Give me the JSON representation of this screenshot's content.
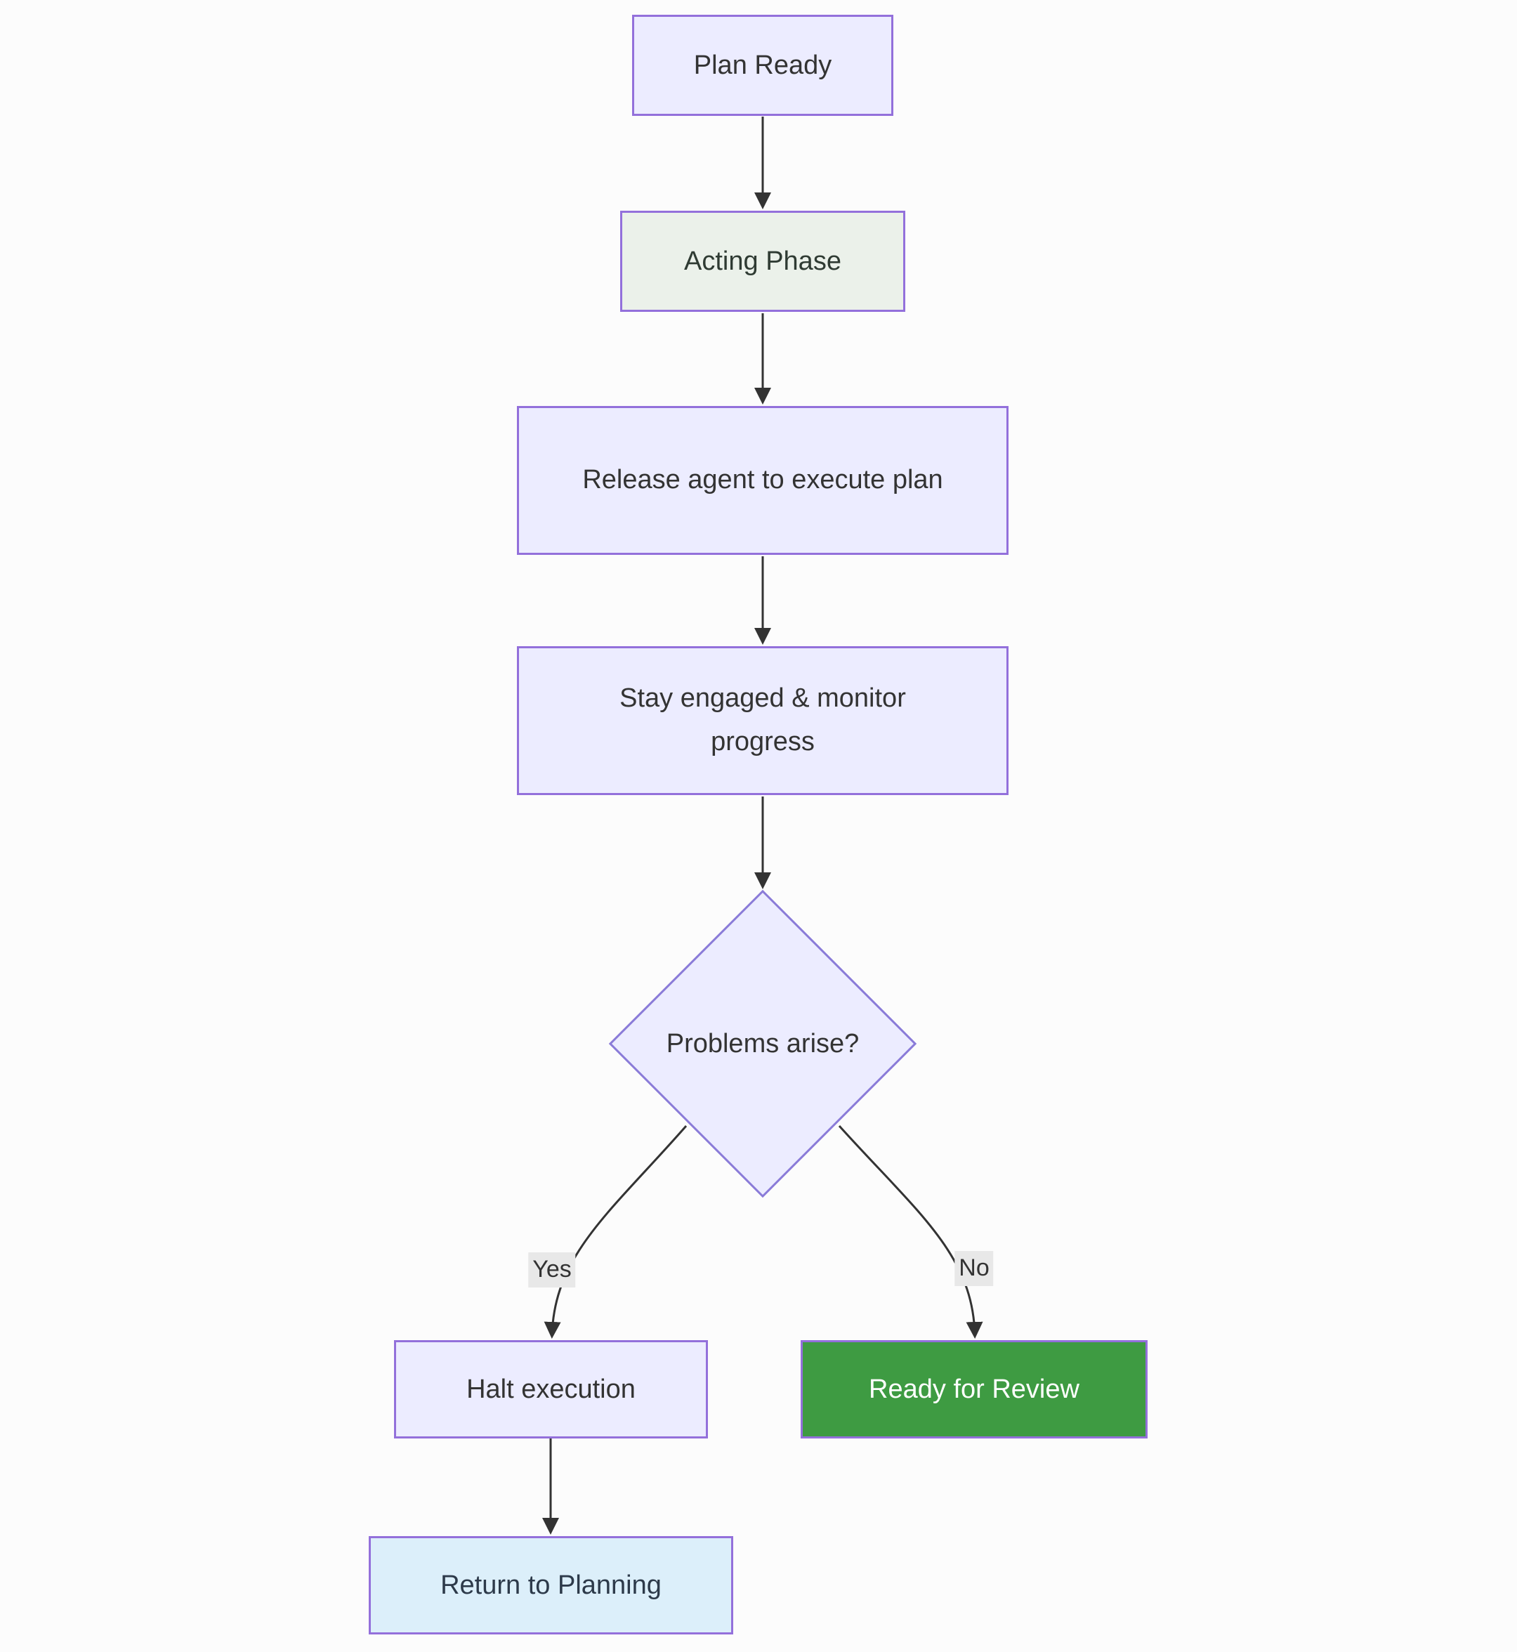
{
  "diagram": {
    "type": "flowchart",
    "direction": "top-down",
    "colors": {
      "background": "#FCFCFC",
      "edge": "#333333",
      "edge_label_bg": "#E8E8E8",
      "default_text": "#333333",
      "node_border": "#9370DB"
    },
    "nodes": [
      {
        "id": "plan_ready",
        "label": "Plan Ready",
        "shape": "rect",
        "fill": "#ECECFF",
        "border": "#9370DB",
        "text_color": "#333333"
      },
      {
        "id": "acting_phase",
        "label": "Acting Phase",
        "shape": "rect",
        "fill": "#EBF1EA",
        "border": "#9370DB",
        "text_color": "#2F3B33"
      },
      {
        "id": "release_agent",
        "label": "Release agent to execute plan",
        "shape": "rect",
        "fill": "#ECECFF",
        "border": "#9370DB",
        "text_color": "#333333"
      },
      {
        "id": "monitor",
        "label": "Stay engaged & monitor progress",
        "shape": "rect",
        "fill": "#ECECFF",
        "border": "#9370DB",
        "text_color": "#333333"
      },
      {
        "id": "problems_arise",
        "label": "Problems arise?",
        "shape": "diamond",
        "fill": "#ECECFF",
        "border": "#8A7BD8",
        "text_color": "#333333"
      },
      {
        "id": "halt_execution",
        "label": "Halt execution",
        "shape": "rect",
        "fill": "#ECECFF",
        "border": "#9370DB",
        "text_color": "#333333"
      },
      {
        "id": "ready_review",
        "label": "Ready for Review",
        "shape": "rect",
        "fill": "#3E9B42",
        "border": "#9370DB",
        "text_color": "#FFFFFF"
      },
      {
        "id": "return_planning",
        "label": "Return to Planning",
        "shape": "rect",
        "fill": "#DCEFFA",
        "border": "#9370DB",
        "text_color": "#2D3A4A"
      }
    ],
    "edges": [
      {
        "from": "plan_ready",
        "to": "acting_phase",
        "label": ""
      },
      {
        "from": "acting_phase",
        "to": "release_agent",
        "label": ""
      },
      {
        "from": "release_agent",
        "to": "monitor",
        "label": ""
      },
      {
        "from": "monitor",
        "to": "problems_arise",
        "label": ""
      },
      {
        "from": "problems_arise",
        "to": "halt_execution",
        "label": "Yes"
      },
      {
        "from": "problems_arise",
        "to": "ready_review",
        "label": "No"
      },
      {
        "from": "halt_execution",
        "to": "return_planning",
        "label": ""
      }
    ]
  }
}
